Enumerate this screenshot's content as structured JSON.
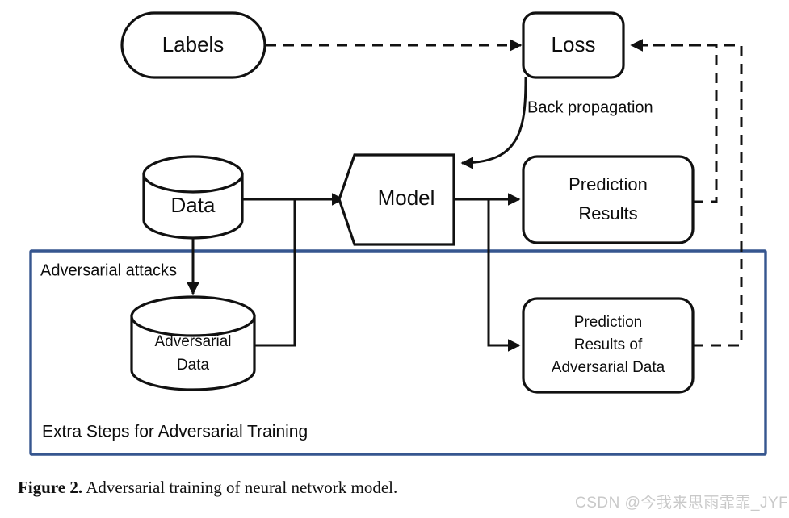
{
  "figure": {
    "caption_number": "Figure 2.",
    "caption_text": "Adversarial training of neural network model.",
    "watermark": "CSDN @今我来思雨霏霏_JYF",
    "accent_blue": "#36568F",
    "line_color": "#111111"
  },
  "nodes": {
    "labels": {
      "text": "Labels",
      "shape": "rounded-pill"
    },
    "loss": {
      "text": "Loss",
      "shape": "rounded-rect"
    },
    "data": {
      "text": "Data",
      "shape": "cylinder"
    },
    "model": {
      "text": "Model",
      "shape": "pentagon-arrow"
    },
    "prediction_results": {
      "line1": "Prediction",
      "line2": "Results",
      "shape": "rounded-rect"
    },
    "adversarial_data": {
      "line1": "Adversarial",
      "line2": "Data",
      "shape": "cylinder"
    },
    "prediction_results_adv": {
      "line1": "Prediction",
      "line2": "Results of",
      "line3": "Adversarial Data",
      "shape": "rounded-rect"
    }
  },
  "edge_labels": {
    "back_propagation": "Back propagation",
    "adversarial_attacks": "Adversarial attacks"
  },
  "group": {
    "title": "Extra Steps for Adversarial Training",
    "border_color": "#36568F"
  }
}
